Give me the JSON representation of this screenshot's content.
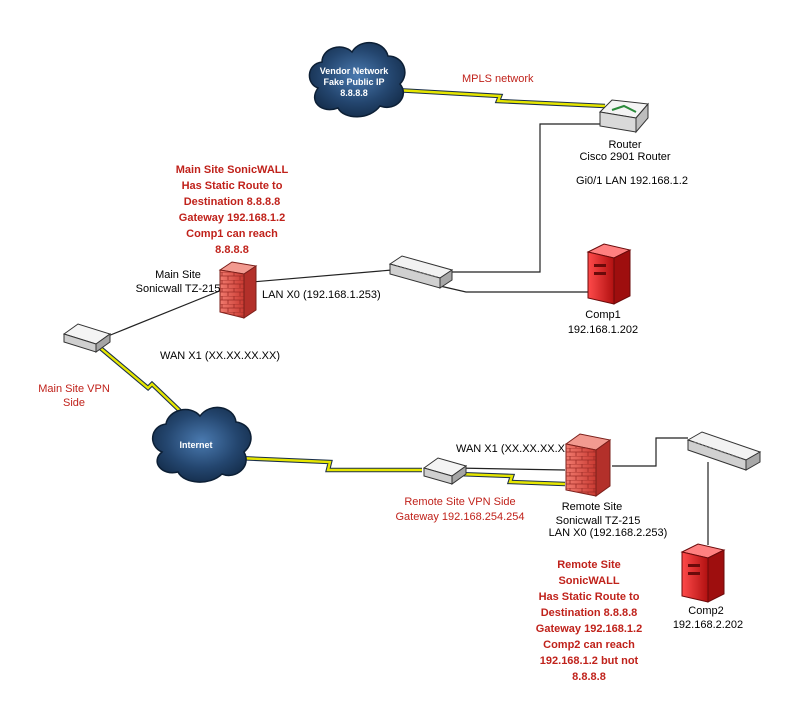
{
  "vendor": {
    "line1": "Vendor Network",
    "line2": "Fake Public IP",
    "line3": "8.8.8.8"
  },
  "mpls_label": "MPLS network",
  "router": {
    "name": "Router",
    "model": "Cisco 2901 Router",
    "lan": "Gi0/1 LAN 192.168.1.2"
  },
  "main_note": [
    "Main Site SonicWALL",
    "Has Static Route to",
    "Destination 8.8.8.8",
    "Gateway 192.168.1.2",
    "Comp1 can reach",
    "8.8.8.8"
  ],
  "main_fw": {
    "line1": "Main Site",
    "line2": "Sonicwall TZ-215",
    "lan": "LAN X0 (192.168.1.253)",
    "wan": "WAN X1 (XX.XX.XX.XX)"
  },
  "comp1": {
    "name": "Comp1",
    "ip": "192.168.1.202"
  },
  "main_vpn": {
    "line1": "Main Site  VPN",
    "line2": "Side"
  },
  "internet": "Internet",
  "remote_fw": {
    "wan": "WAN X1 (XX.XX.XX.XX)",
    "line1": "Remote Site",
    "line2": "Sonicwall TZ-215",
    "lan": "LAN X0 (192.168.2.253)"
  },
  "remote_vpn": {
    "line1": "Remote Site VPN Side",
    "line2": "Gateway 192.168.254.254"
  },
  "remote_note": [
    "Remote Site",
    "SonicWALL",
    "Has Static Route to",
    "Destination 8.8.8.8",
    "Gateway 192.168.1.2",
    "Comp2 can reach",
    "192.168.1.2 but not",
    "8.8.8.8"
  ],
  "comp2": {
    "name": "Comp2",
    "ip": "192.168.2.202"
  },
  "colors": {
    "red_text": "#c0221b",
    "cloud": "#1f3f66",
    "lightning": "#e6e600",
    "firewall": "#e8504a",
    "server": "#d81e1e"
  }
}
